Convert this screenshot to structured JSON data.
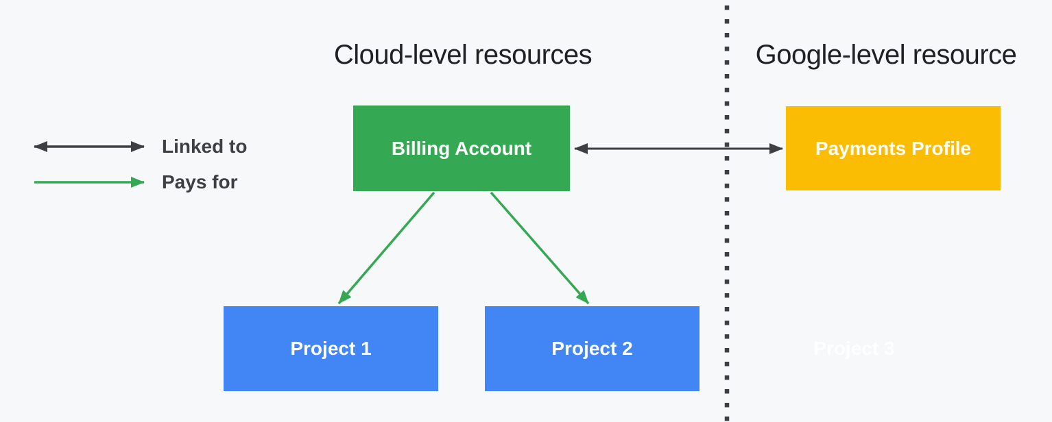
{
  "canvas": {
    "background": "#F7F8F9"
  },
  "colors": {
    "green": "#34A853",
    "blue": "#4285F4",
    "yellow": "#FBBC04",
    "dark": "#3C4043",
    "heading_text": "#202124",
    "node_label_text": "#FFFFFF"
  },
  "sections": {
    "cloud": {
      "title": "Cloud-level resources"
    },
    "google": {
      "title": "Google-level resource"
    }
  },
  "legend": {
    "linked_to": {
      "label": "Linked to",
      "arrow_style": "double-headed",
      "arrow_color": "#3C4043"
    },
    "pays_for": {
      "label": "Pays for",
      "arrow_style": "single-headed",
      "arrow_color": "#34A853"
    }
  },
  "nodes": {
    "billing_account": {
      "label": "Billing Account",
      "fill": "#34A853",
      "section": "cloud"
    },
    "payments_profile": {
      "label": "Payments Profile",
      "fill": "#FBBC04",
      "section": "google"
    },
    "project_1": {
      "label": "Project 1",
      "fill": "#4285F4",
      "section": "cloud"
    },
    "project_2": {
      "label": "Project 2",
      "fill": "#4285F4",
      "section": "cloud"
    },
    "project_3": {
      "label": "Project 3",
      "fill": "none",
      "section": "google"
    }
  },
  "edges": [
    {
      "from": "billing_account",
      "to": "payments_profile",
      "relation": "Linked to"
    },
    {
      "from": "billing_account",
      "to": "project_1",
      "relation": "Pays for"
    },
    {
      "from": "billing_account",
      "to": "project_2",
      "relation": "Pays for"
    }
  ]
}
